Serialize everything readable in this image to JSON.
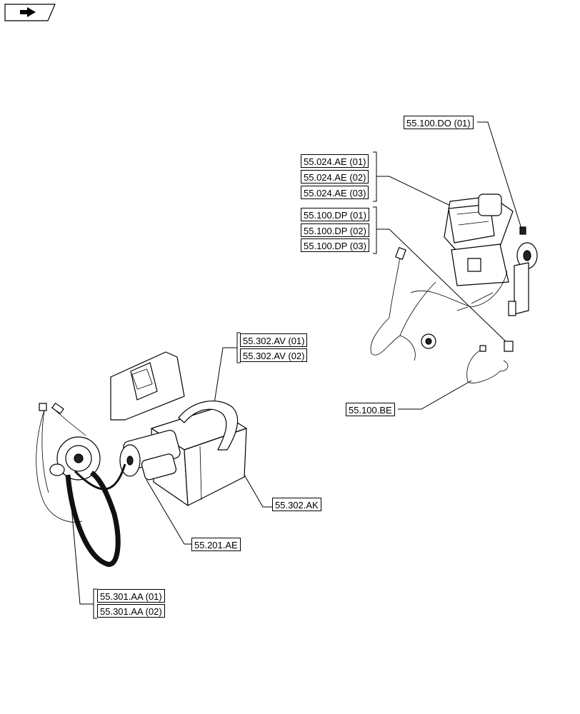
{
  "nav": {
    "icon": "back-arrow-icon"
  },
  "labels": {
    "l_55100DO_01": "55.100.DO (01)",
    "l_55024AE_01": "55.024.AE (01)",
    "l_55024AE_02": "55.024.AE (02)",
    "l_55024AE_03": "55.024.AE (03)",
    "l_55100DP_01": "55.100.DP (01)",
    "l_55100DP_02": "55.100.DP (02)",
    "l_55100DP_03": "55.100.DP (03)",
    "l_55302AV_01": "55.302.AV (01)",
    "l_55302AV_02": "55.302.AV (02)",
    "l_55100BE": "55.100.BE",
    "l_55302AK": "55.302.AK",
    "l_55201AE": "55.201.AE",
    "l_55301AA_01": "55.301.AA (01)",
    "l_55301AA_02": "55.301.AA (02)"
  }
}
